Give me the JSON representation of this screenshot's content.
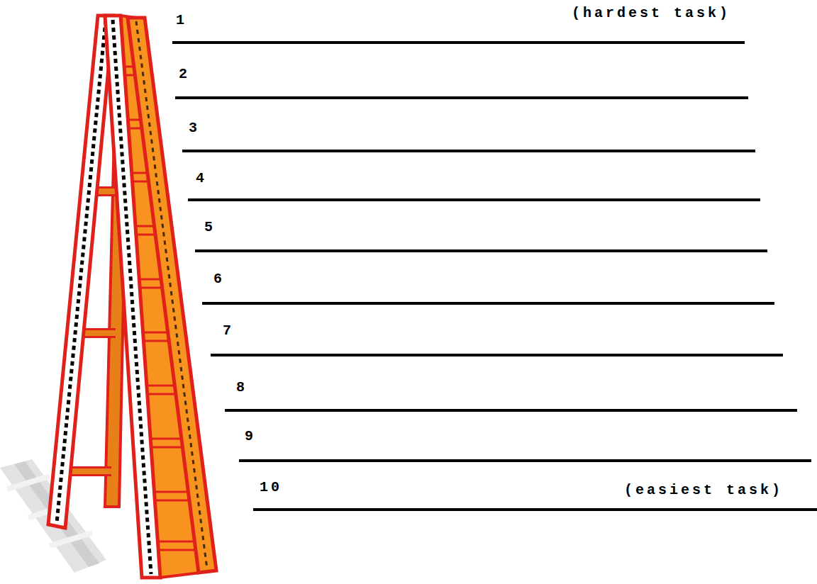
{
  "diagram": {
    "labels": [
      "1",
      "(hardest task)",
      "2",
      "3",
      "4",
      "5",
      "6",
      "7",
      "8",
      "9",
      "10",
      "(easiest task)"
    ]
  }
}
